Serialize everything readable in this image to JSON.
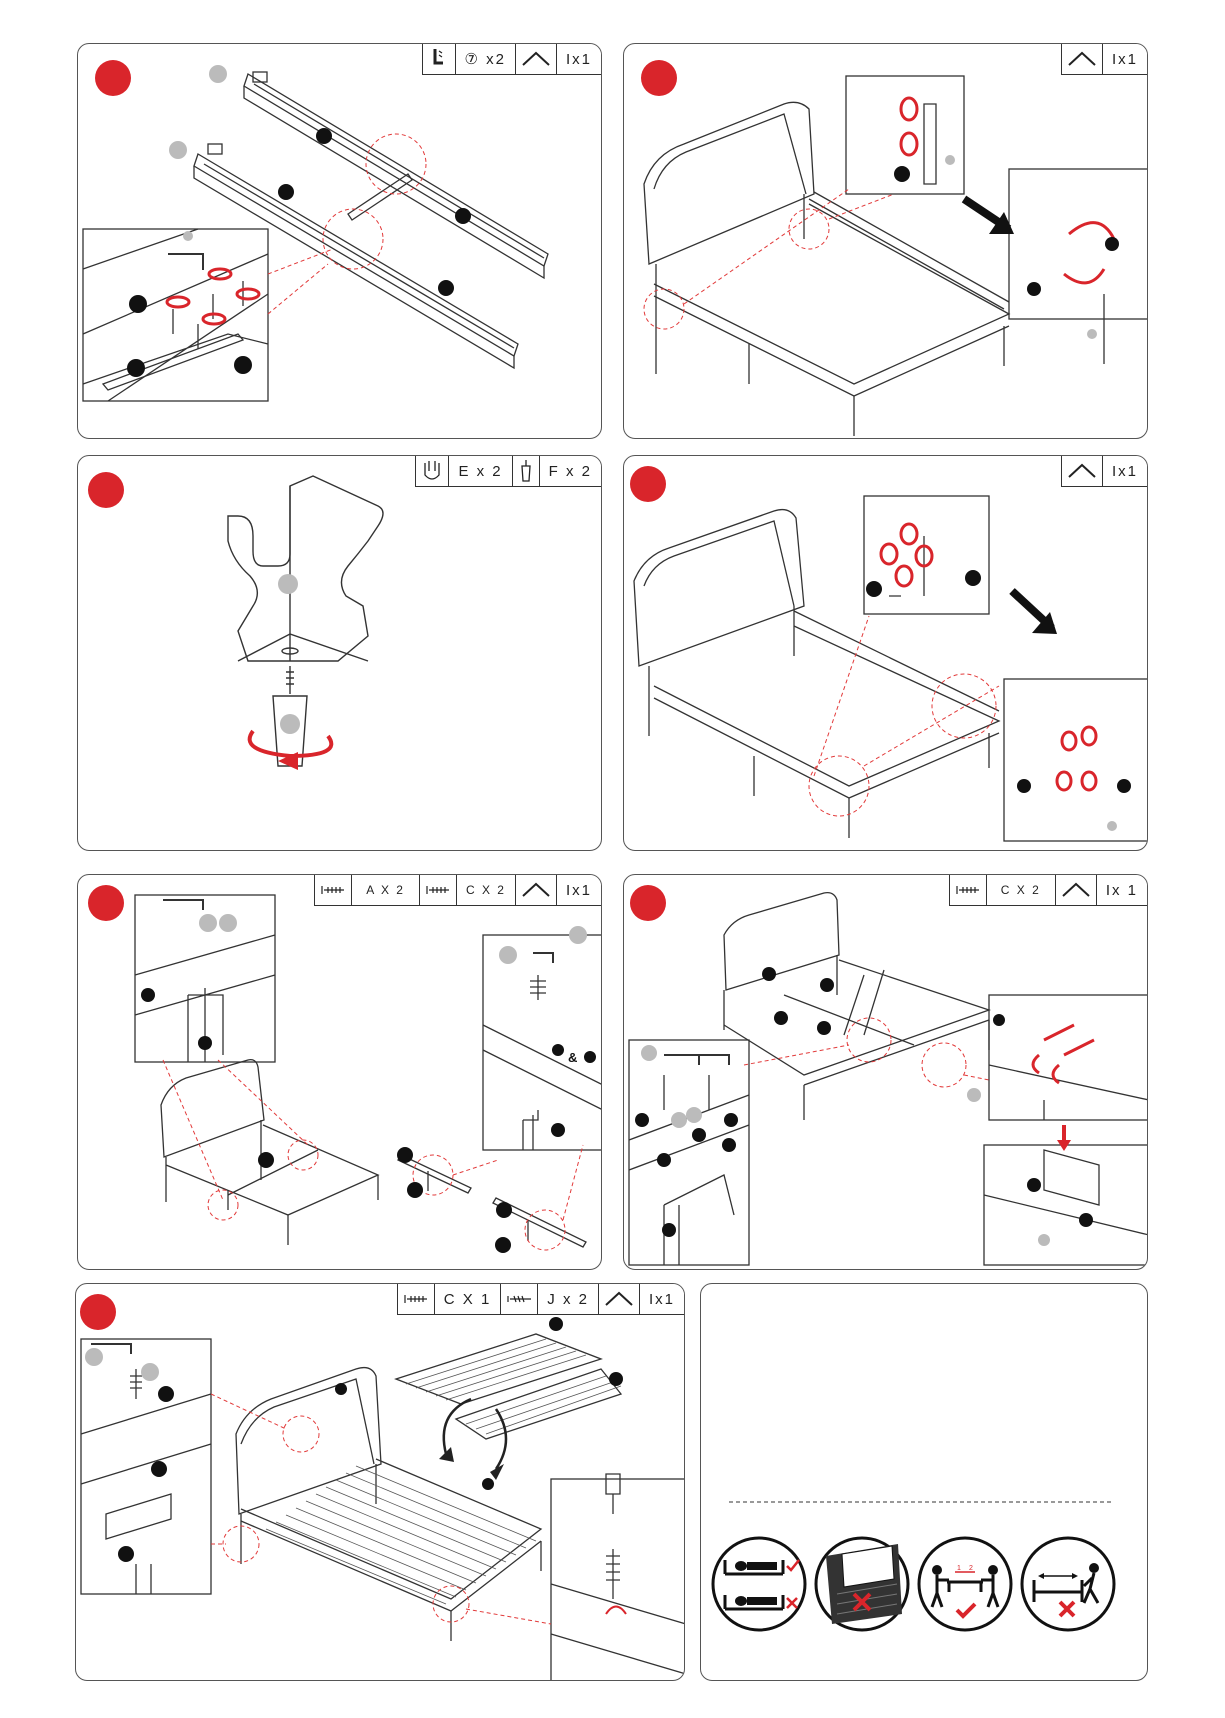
{
  "steps": [
    {
      "id": "step-1",
      "parts": [
        {
          "icon": "allen-key-icon",
          "label": "⑦ x2"
        },
        {
          "icon": "tool-bracket-icon",
          "label": "Ix1"
        }
      ]
    },
    {
      "id": "step-2",
      "parts": [
        {
          "icon": "tool-bracket-icon",
          "label": "Ix1"
        }
      ]
    },
    {
      "id": "step-3",
      "parts": [
        {
          "icon": "bracket-icon",
          "label": "E x 2"
        },
        {
          "icon": "leg-icon",
          "label": "F x 2"
        }
      ]
    },
    {
      "id": "step-4",
      "parts": [
        {
          "icon": "tool-bracket-icon",
          "label": "Ix1"
        }
      ]
    },
    {
      "id": "step-5",
      "parts": [
        {
          "icon": "bolt-icon",
          "label": "A X 2"
        },
        {
          "icon": "bolt-icon",
          "label": "C X 2"
        },
        {
          "icon": "tool-bracket-icon",
          "label": "Ix1"
        }
      ]
    },
    {
      "id": "step-6",
      "parts": [
        {
          "icon": "bolt-icon",
          "label": "C X 2"
        },
        {
          "icon": "tool-bracket-icon",
          "label": "Ix 1"
        }
      ]
    },
    {
      "id": "step-7",
      "parts": [
        {
          "icon": "bolt-icon",
          "label": "C X 1"
        },
        {
          "icon": "screw-icon",
          "label": "J x 2"
        },
        {
          "icon": "tool-bracket-icon",
          "label": "Ix1"
        }
      ]
    }
  ],
  "misc": {
    "ampersand": "&",
    "arrow_numbers": [
      "1",
      "2"
    ]
  },
  "colors": {
    "accent": "#d9252b",
    "line": "#333333",
    "callout": "#e23a3a"
  }
}
